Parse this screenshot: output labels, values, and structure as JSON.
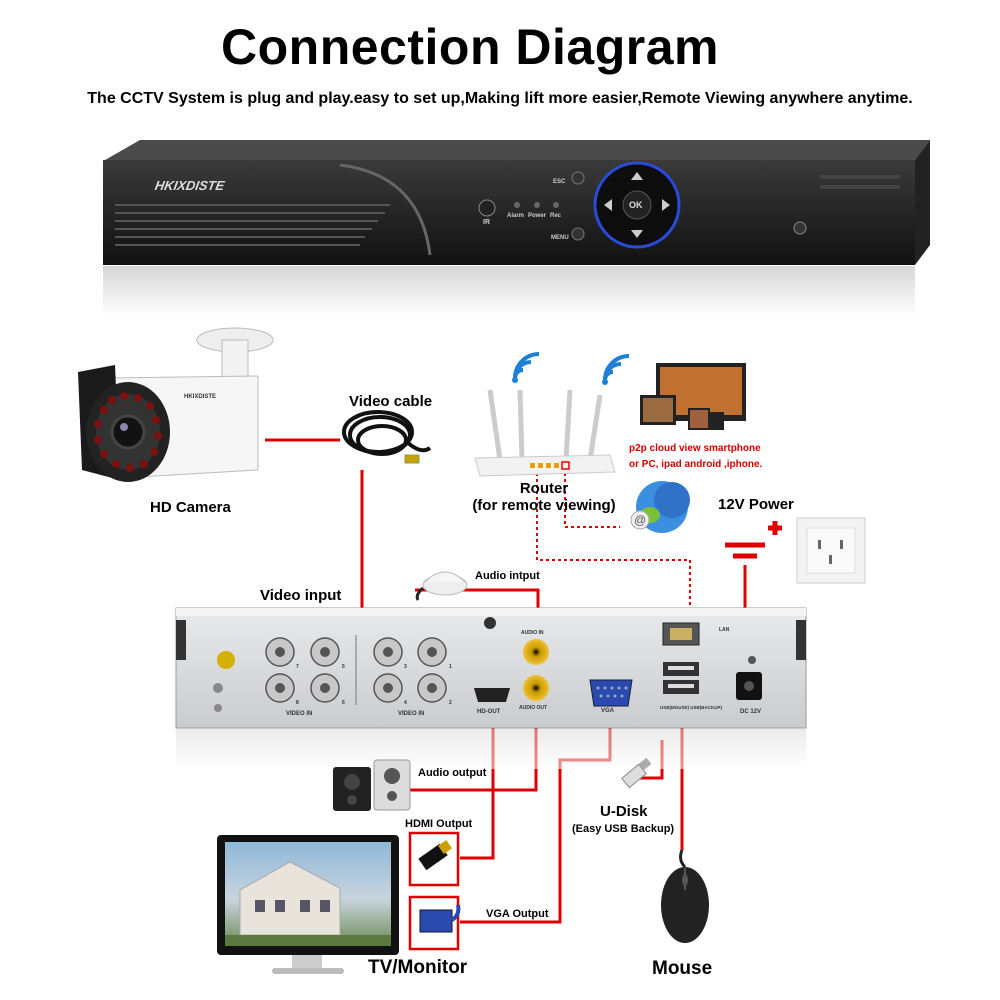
{
  "header": {
    "title": "Connection Diagram",
    "subtitle": "The CCTV System is plug and play.easy to set up,Making lift more easier,Remote Viewing anywhere anytime."
  },
  "dvr_front": {
    "brand": "HKIXDISTE",
    "ir_label": "IR",
    "leds": [
      "Alarm",
      "Power",
      "Rec"
    ],
    "esc_label": "ESC",
    "menu_label": "MENU",
    "ok_label": "OK"
  },
  "devices": {
    "camera": {
      "label": "HD Camera",
      "brand": "HKIXDISTE"
    },
    "video_cable": {
      "label": "Video cable"
    },
    "router": {
      "label": "Router",
      "sublabel": "(for remote viewing)"
    },
    "p2p_text": [
      "p2p cloud  view smartphone",
      "or PC, ipad android ,iphone."
    ],
    "power": {
      "label": "12V Power"
    },
    "video_input": {
      "label": "Video input"
    },
    "audio_input": {
      "label": "Audio intput"
    },
    "audio_output": {
      "label": "Audio output"
    },
    "hdmi_output": {
      "label": "HDMI Output"
    },
    "vga_output": {
      "label": "VGA Output"
    },
    "udisk": {
      "label": "U-Disk",
      "sublabel": "(Easy USB Backup)"
    },
    "monitor": {
      "label": "TV/Monitor"
    },
    "mouse": {
      "label": "Mouse"
    }
  },
  "dvr_back": {
    "video_in_labels": [
      "VIDEO IN",
      "VIDEO IN"
    ],
    "bnc_numbers": [
      "7",
      "5",
      "3",
      "1",
      "8",
      "6",
      "4",
      "2"
    ],
    "audio_in": "AUDIO IN",
    "audio_out": "AUDIO OUT",
    "hd_out": "HD-OUT",
    "vga": "VGA",
    "lan": "LAN",
    "usb": "USB(MOUSE)   USB(BACKUP)",
    "dc": "DC 12V"
  },
  "colors": {
    "connector_line": "#e00000",
    "dvr_body": "#1c1c1c",
    "back_panel": "#d6d8da"
  }
}
